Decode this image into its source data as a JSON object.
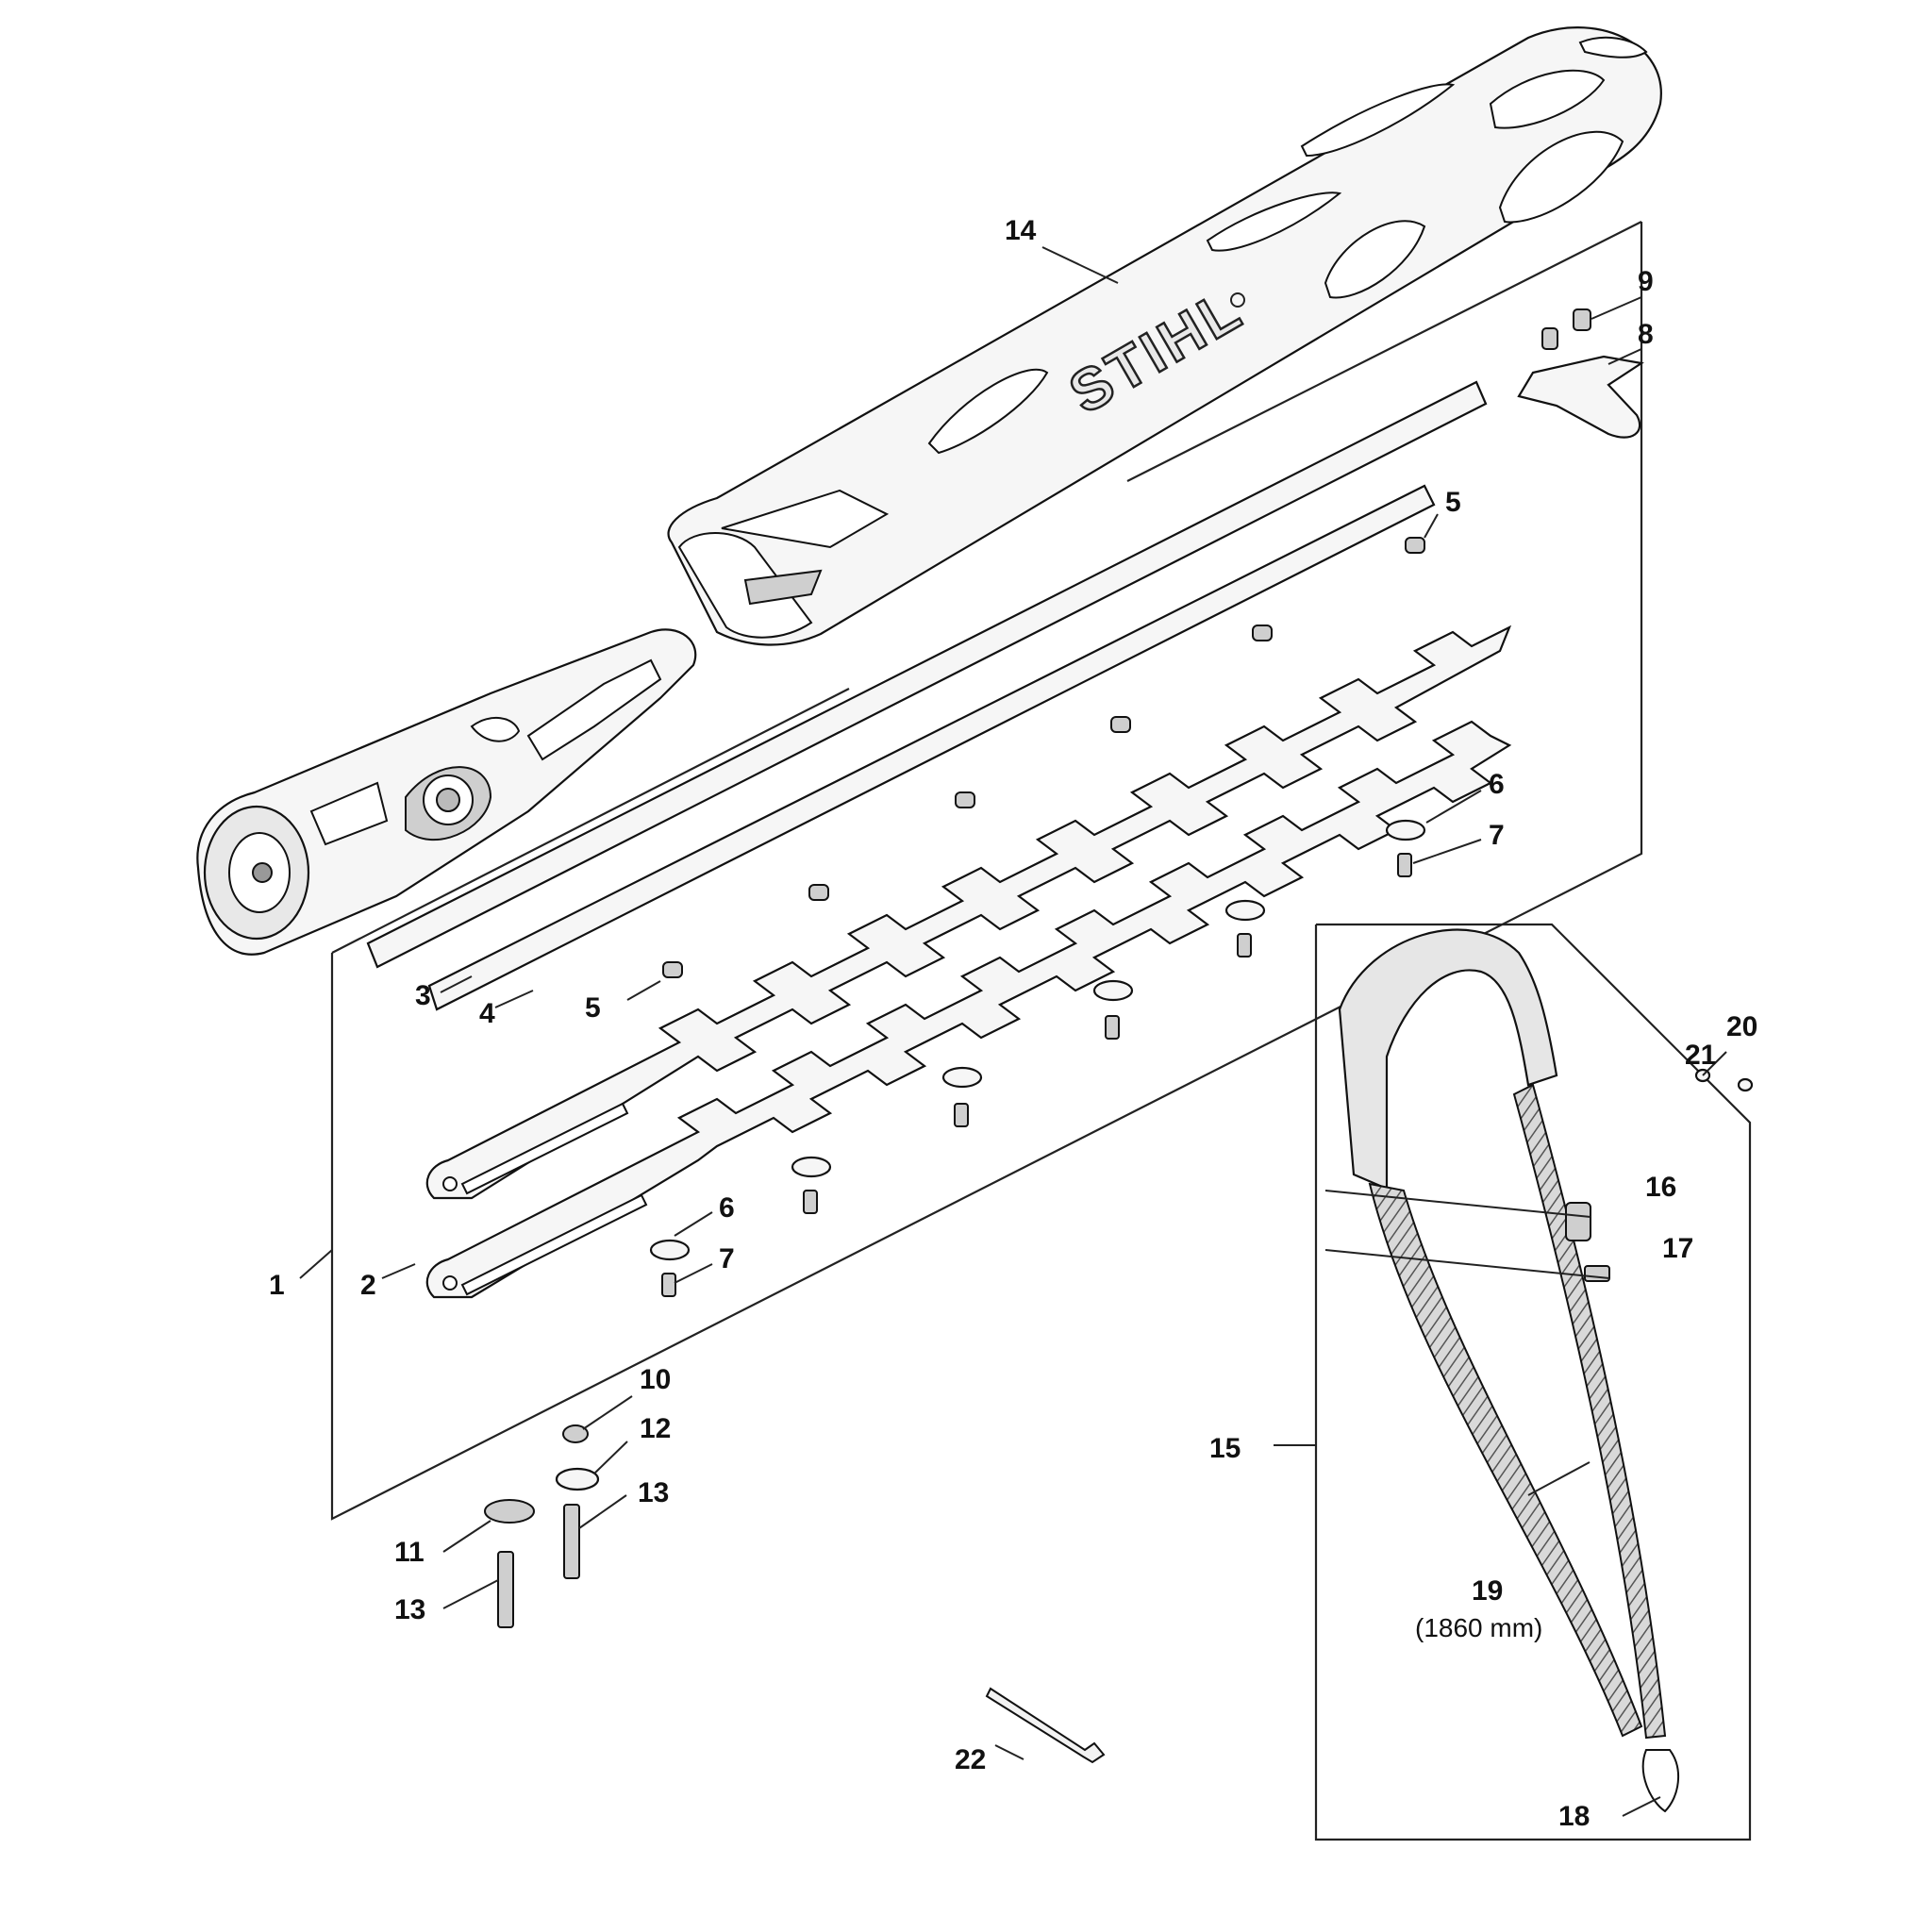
{
  "diagram": {
    "brand_logo": "STIHL",
    "strap_length_note": "(1860 mm)",
    "callouts": {
      "c1": "1",
      "c2": "2",
      "c3": "3",
      "c4": "4",
      "c5a": "5",
      "c5b": "5",
      "c6a": "6",
      "c6b": "6",
      "c7a": "7",
      "c7b": "7",
      "c8": "8",
      "c9": "9",
      "c10": "10",
      "c11": "11",
      "c12": "12",
      "c13a": "13",
      "c13b": "13",
      "c14": "14",
      "c15": "15",
      "c16": "16",
      "c17": "17",
      "c18": "18",
      "c19": "19",
      "c20": "20",
      "c21": "21",
      "c22": "22"
    }
  }
}
